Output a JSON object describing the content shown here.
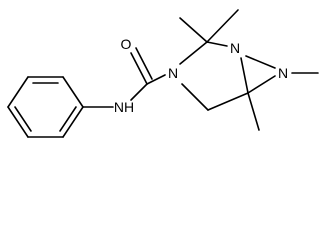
{
  "structure": {
    "atoms": {
      "oxygen": "O",
      "nh": "NH",
      "n_ring": "N",
      "n_bridge": "N",
      "n_methyl": "N"
    }
  }
}
